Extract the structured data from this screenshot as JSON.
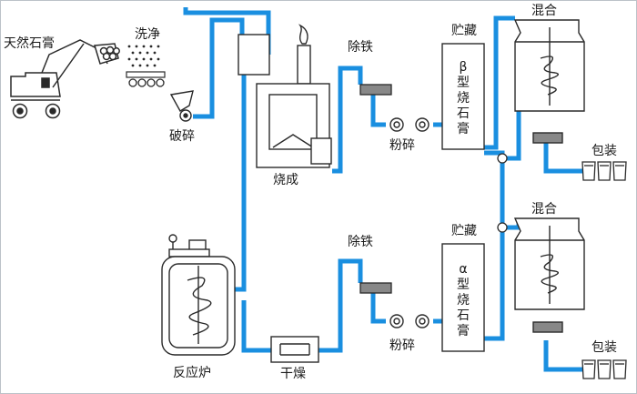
{
  "colors": {
    "pipe": "#1a8fe0",
    "line": "#2a2a2a",
    "fill_gray": "#888888"
  },
  "labels": {
    "gypsum": "天然石膏",
    "wash": "洗净",
    "crush": "破碎",
    "calcine": "烧成",
    "iron_top": "除铁",
    "grind_top": "粉碎",
    "store_top": "贮藏",
    "beta": [
      "β",
      "型",
      "烧",
      "石",
      "膏"
    ],
    "mix_top": "混合",
    "pack_top": "包装",
    "reactor": "反应炉",
    "dry": "干燥",
    "iron_bottom": "除铁",
    "grind_bottom": "粉碎",
    "store_bottom": "贮藏",
    "alpha": [
      "α",
      "型",
      "烧",
      "石",
      "膏"
    ],
    "mix_bottom": "混合",
    "pack_bottom": "包装"
  }
}
